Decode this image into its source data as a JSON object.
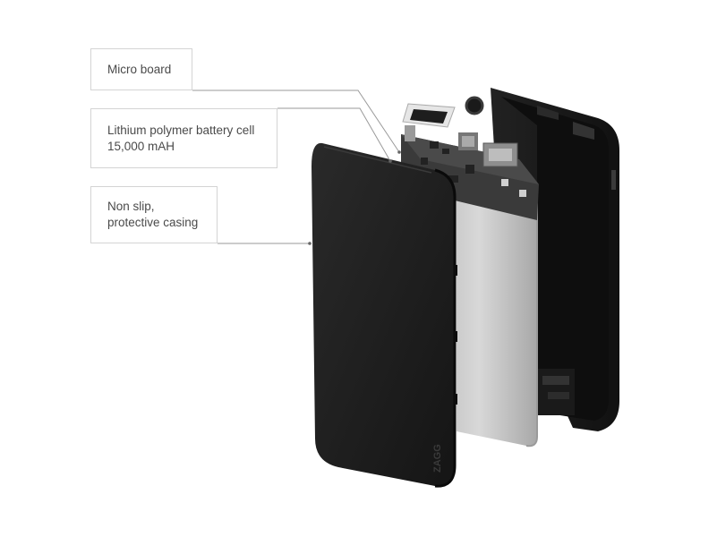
{
  "callouts": {
    "micro_board": {
      "line1": "Micro board"
    },
    "battery_cell": {
      "line1": "Lithium polymer battery cell",
      "line2": "15,000 mAH"
    },
    "casing": {
      "line1": "Non slip,",
      "line2": "protective casing"
    }
  },
  "product": {
    "back_logo_text": "ZAGG"
  },
  "colors": {
    "casing": "#1c1c1c",
    "battery": "#c9c9c9",
    "board": "#3a3a3a",
    "callout_border": "#d4d4d4",
    "leader_line": "#9a9a9a",
    "text": "#4a4a4a"
  }
}
